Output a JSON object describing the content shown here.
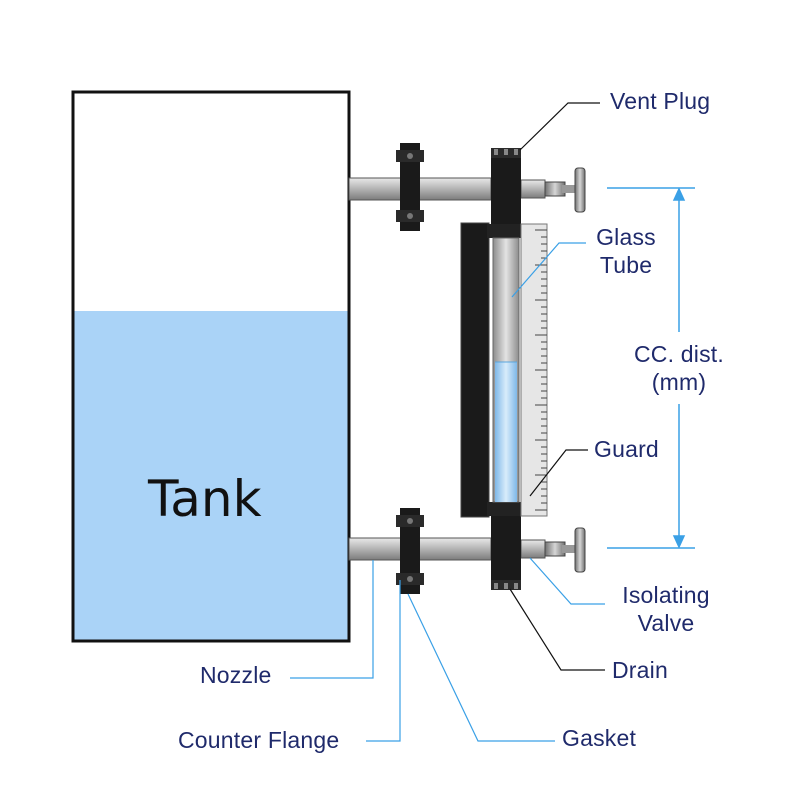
{
  "labels": {
    "tank": "Tank",
    "vent_plug": "Vent Plug",
    "glass_tube_line1": "Glass",
    "glass_tube_line2": "Tube",
    "cc_dist_line1": "CC. dist.",
    "cc_dist_line2": "(mm)",
    "guard": "Guard",
    "isolating_valve_line1": "Isolating",
    "isolating_valve_line2": "Valve",
    "drain": "Drain",
    "nozzle": "Nozzle",
    "counter_flange": "Counter Flange",
    "gasket": "Gasket"
  },
  "colors": {
    "liquid": "#aad3f7",
    "leader_line": "#3aa0e6",
    "dimension_line": "#3aa0e6",
    "label_text": "#1f2a6b",
    "outline": "#111111"
  }
}
